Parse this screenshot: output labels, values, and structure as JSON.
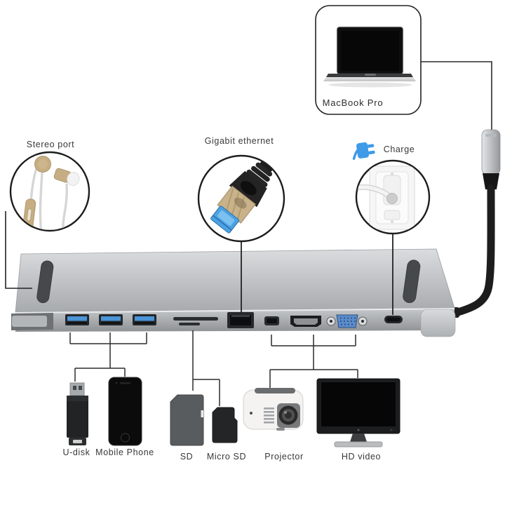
{
  "labels": {
    "stereo_port": "Stereo port",
    "gigabit_ethernet": "Gigabit ethernet",
    "charge": "Charge",
    "macbook_pro": "MacBook Pro",
    "u_disk": "U-disk",
    "mobile_phone": "Mobile Phone",
    "sd": "SD",
    "micro_sd": "Micro SD",
    "projector": "Projector",
    "hd_video": "HD video"
  },
  "colors": {
    "charge_plug_blue": "#3f9ae8",
    "usb_port_blue": "#4a94d8",
    "vga_blue": "#5a8ccc",
    "ethernet_tip_blue": "#4aa2e4",
    "ethernet_braid_gold": "#c9b289",
    "earbud_gold": "#c6ad82",
    "hub_silver": "#b9bcbf",
    "callout_line": "#222222"
  },
  "icons": {
    "macbook": "laptop-illustration",
    "stereo": "earphones-icon",
    "ethernet": "ethernet-cable-icon",
    "charge_callout": "power-outlet-icon",
    "charge_badge": "charge-plug-icon",
    "hub": "usb-c-hub-illustration",
    "u_disk": "usb-flash-drive-icon",
    "mobile_phone": "smartphone-icon",
    "sd": "sd-card-icon",
    "micro_sd": "micro-sd-card-icon",
    "projector": "projector-icon",
    "hd_video": "monitor-icon"
  }
}
